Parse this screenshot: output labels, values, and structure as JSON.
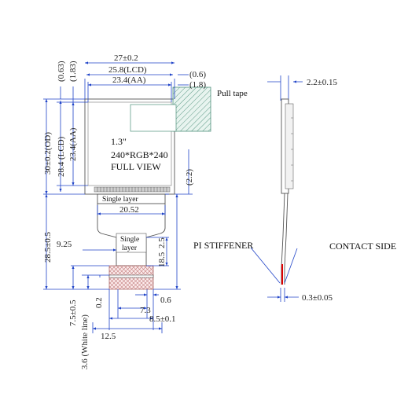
{
  "top_dims": {
    "overall_width": "27±0.2",
    "lcd_width": "25.8(LCD)",
    "aa_width": "23.4(AA)",
    "right_offset_1": "(0.6)",
    "right_offset_2": "(1.8)"
  },
  "left_dims": {
    "top_offset_1": "(0.63)",
    "top_offset_2": "(1.83)",
    "od_height": "30±0.2(OD)",
    "lcd_height": "28.4 (LCD)",
    "aa_height": "23.4(AA)",
    "fpc_length": "28.5±0.5",
    "stiffener_length": "7.5±0.5",
    "white_line": "3.6 (White line)",
    "offset_02": "0.2"
  },
  "panel_text": {
    "size": "1.3\"",
    "resolution": "240*RGB*240",
    "view": "FULL VIEW"
  },
  "labels": {
    "pull_tape": "Pull tape",
    "single_layer_top": "Single layer",
    "single_layer_fpc_1": "Single",
    "single_layer_fpc_2": "layer",
    "pi_stiffener": "PI STIFFENER",
    "contact_side": "CONTACT SIDE"
  },
  "other_dims": {
    "right_22": "(2.2)",
    "fpc_neck_width": "20.52",
    "fpc_offset": "9.25",
    "fpc_tail_25": "2.5",
    "fpc_tail_185": "18.5",
    "pitch_06": "0.6",
    "pins_73": "7.3",
    "pins_85": "8.5±0.1",
    "tail_width": "12.5",
    "side_thickness": "2.2±0.15",
    "contact_thickness": "0.3±0.05"
  }
}
